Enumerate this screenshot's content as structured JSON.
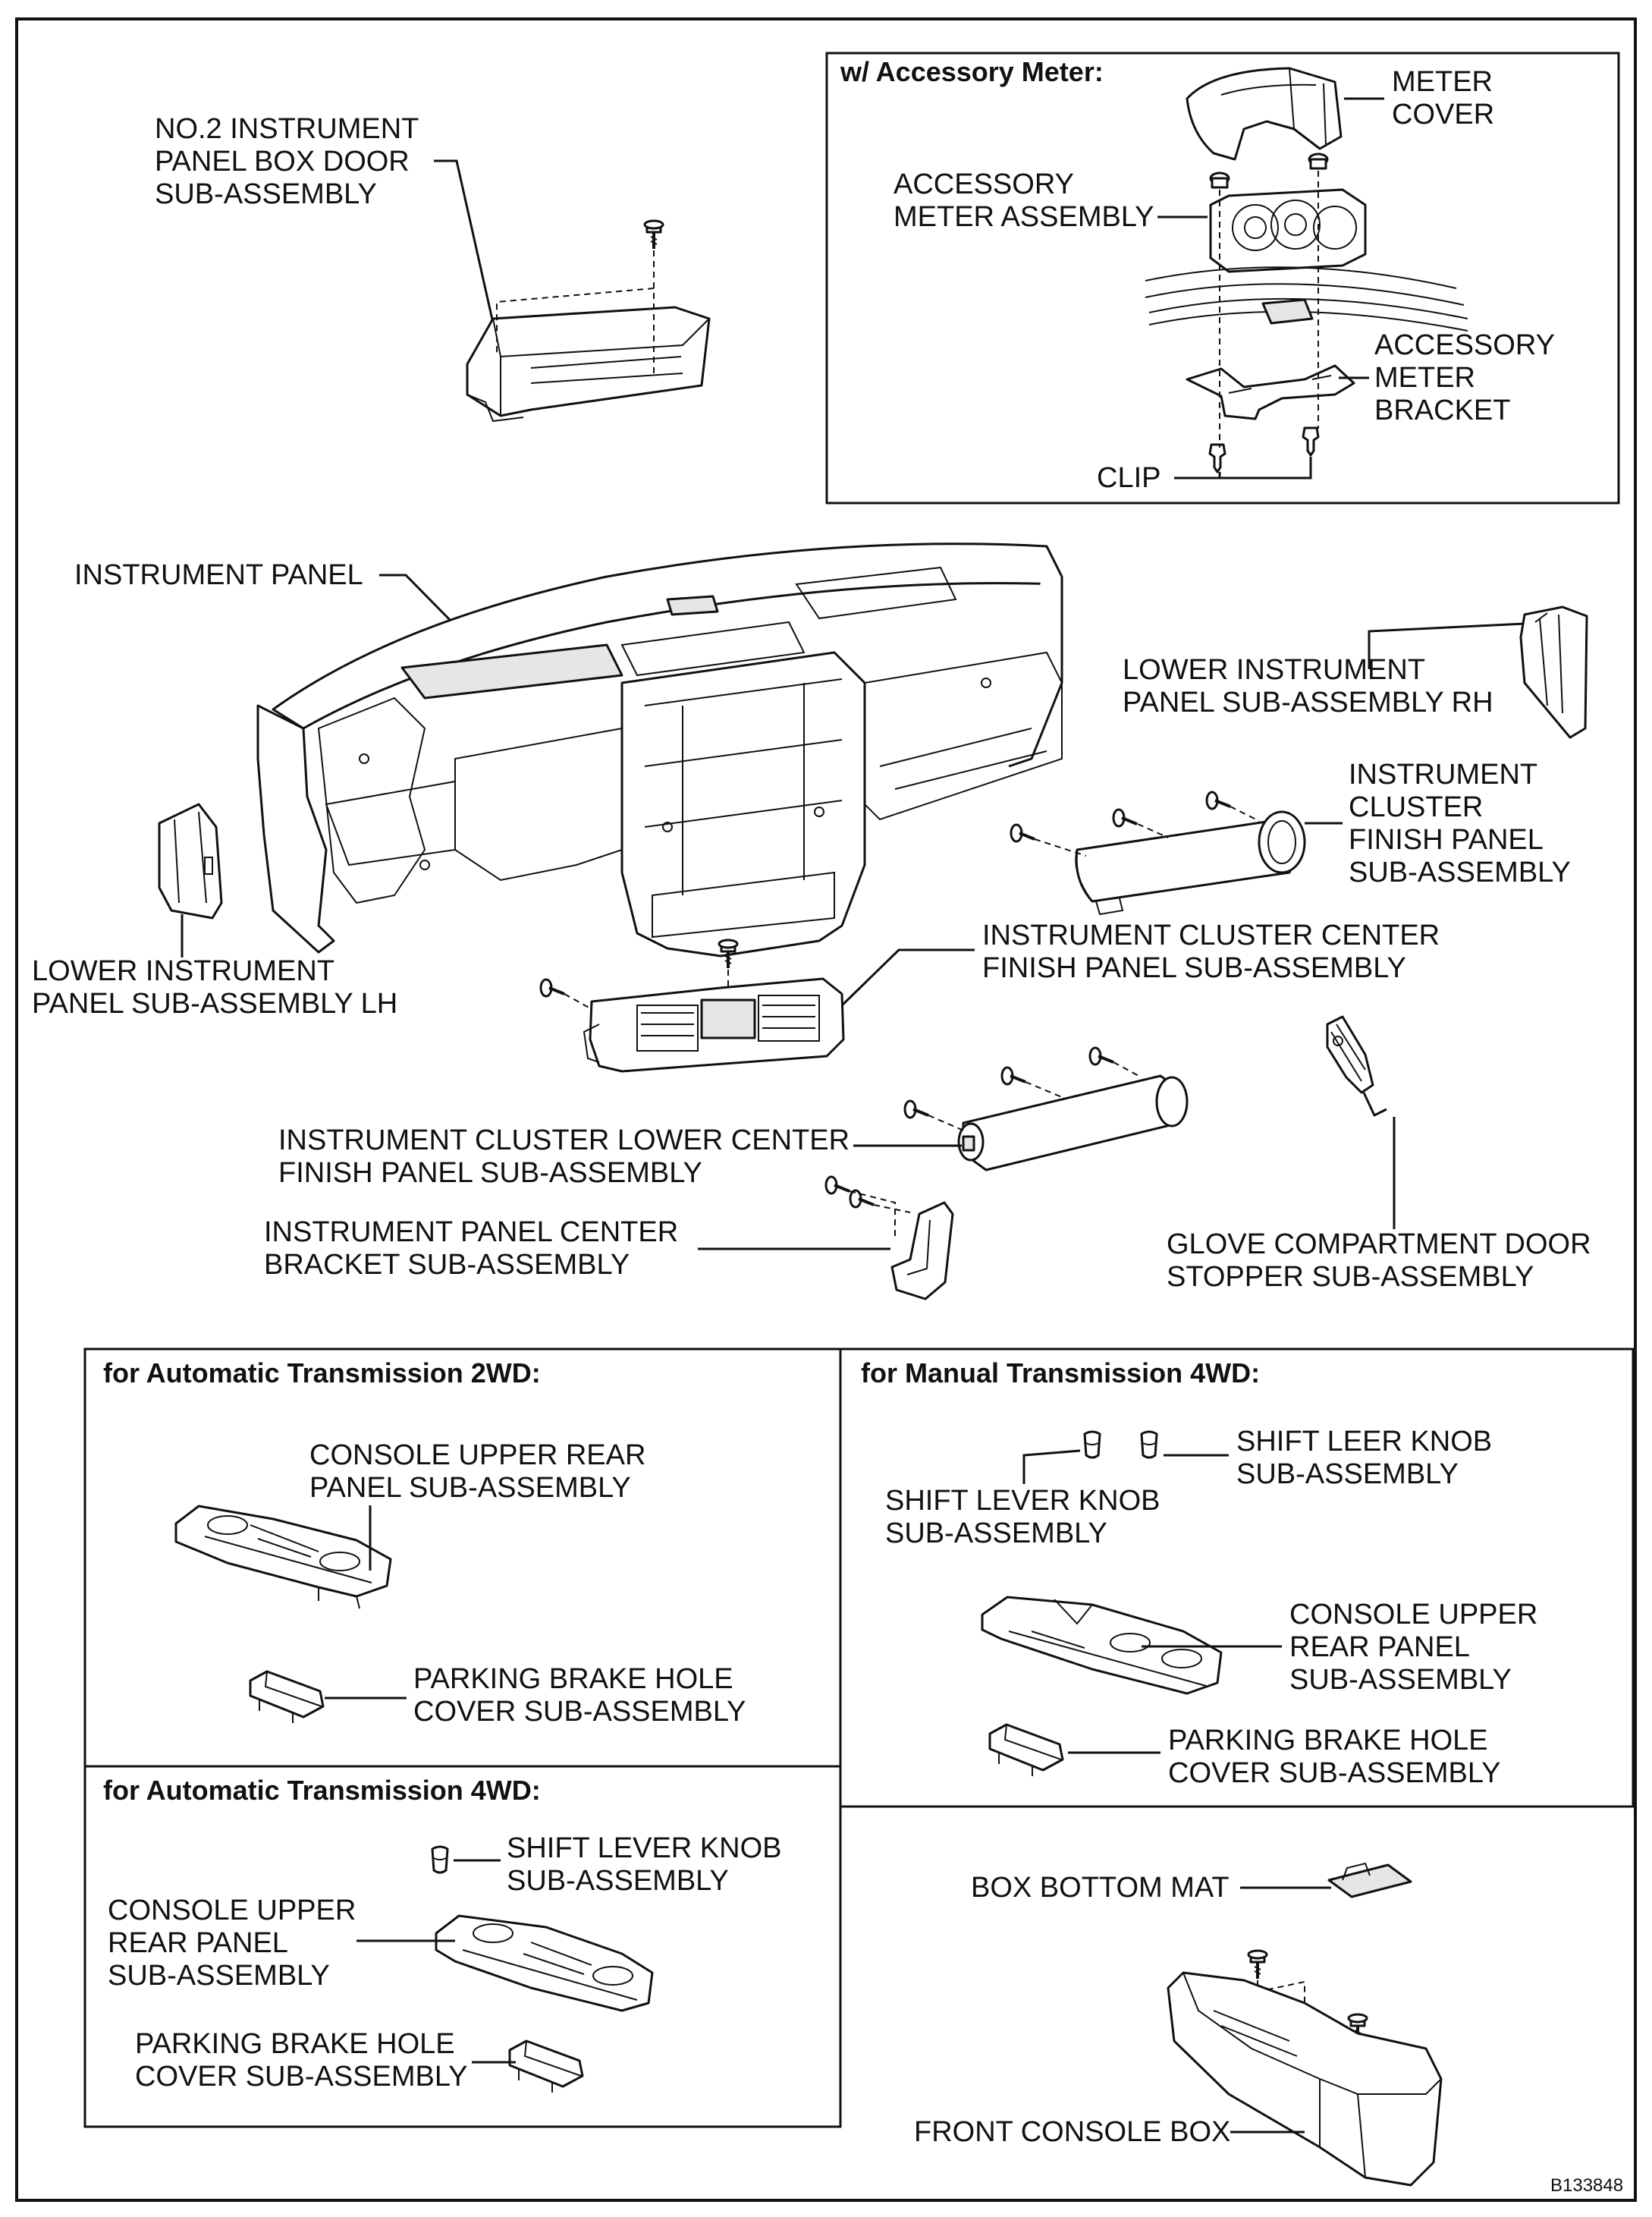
{
  "diagram_code": "B133848",
  "accessory_meter": {
    "header": "w/ Accessory Meter:",
    "meter_cover": [
      "METER",
      "COVER"
    ],
    "accessory_meter_assembly": [
      "ACCESSORY",
      "METER ASSEMBLY"
    ],
    "accessory_meter_bracket": [
      "ACCESSORY",
      "METER",
      "BRACKET"
    ],
    "clip": "CLIP"
  },
  "main": {
    "no2_box_door": [
      "NO.2 INSTRUMENT",
      "PANEL BOX DOOR",
      "SUB-ASSEMBLY"
    ],
    "instrument_panel": "INSTRUMENT PANEL",
    "lower_panel_rh": [
      "LOWER INSTRUMENT",
      "PANEL SUB-ASSEMBLY RH"
    ],
    "cluster_finish_panel": [
      "INSTRUMENT",
      "CLUSTER",
      "FINISH PANEL",
      "SUB-ASSEMBLY"
    ],
    "lower_panel_lh": [
      "LOWER INSTRUMENT",
      "PANEL SUB-ASSEMBLY LH"
    ],
    "cluster_center_finish": [
      "INSTRUMENT CLUSTER CENTER",
      "FINISH PANEL SUB-ASSEMBLY"
    ],
    "cluster_lower_center_finish": [
      "INSTRUMENT CLUSTER LOWER CENTER",
      "FINISH PANEL SUB-ASSEMBLY"
    ],
    "panel_center_bracket": [
      "INSTRUMENT PANEL CENTER",
      "BRACKET SUB-ASSEMBLY"
    ],
    "glove_door_stopper": [
      "GLOVE COMPARTMENT DOOR",
      "STOPPER SUB-ASSEMBLY"
    ]
  },
  "at_2wd": {
    "header": "for Automatic Transmission 2WD:",
    "console_upper_rear": [
      "CONSOLE UPPER REAR",
      "PANEL SUB-ASSEMBLY"
    ],
    "parking_brake_cover": [
      "PARKING BRAKE HOLE",
      "COVER SUB-ASSEMBLY"
    ]
  },
  "mt_4wd": {
    "header": "for Manual Transmission 4WD:",
    "shift_leer_knob": [
      "SHIFT LEER KNOB",
      "SUB-ASSEMBLY"
    ],
    "shift_lever_knob": [
      "SHIFT LEVER KNOB",
      "SUB-ASSEMBLY"
    ],
    "console_upper_rear": [
      "CONSOLE UPPER",
      "REAR PANEL",
      "SUB-ASSEMBLY"
    ],
    "parking_brake_cover": [
      "PARKING BRAKE HOLE",
      "COVER SUB-ASSEMBLY"
    ]
  },
  "at_4wd": {
    "header": "for Automatic Transmission 4WD:",
    "shift_lever_knob": [
      "SHIFT LEVER KNOB",
      "SUB-ASSEMBLY"
    ],
    "console_upper_rear": [
      "CONSOLE UPPER",
      "REAR PANEL",
      "SUB-ASSEMBLY"
    ],
    "parking_brake_cover": [
      "PARKING BRAKE HOLE",
      "COVER SUB-ASSEMBLY"
    ]
  },
  "console": {
    "box_bottom_mat": "BOX BOTTOM MAT",
    "front_console_box": "FRONT CONSOLE BOX"
  }
}
